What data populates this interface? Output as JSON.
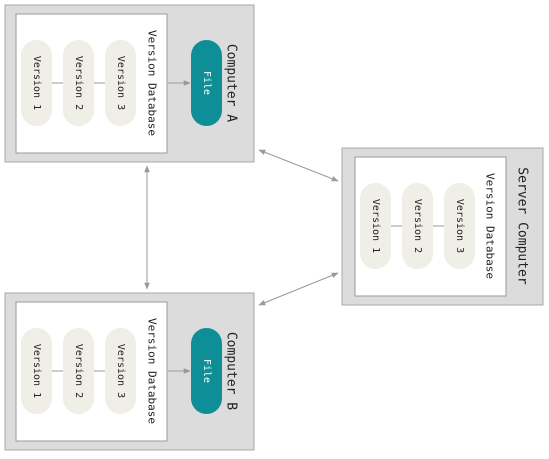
{
  "computer_a": {
    "title": "Computer A",
    "db_label": "Version Database",
    "file_label": "File",
    "versions": [
      "Version 1",
      "Version 2",
      "Version 3"
    ]
  },
  "computer_b": {
    "title": "Computer B",
    "db_label": "Version Database",
    "file_label": "File",
    "versions": [
      "Version 1",
      "Version 2",
      "Version 3"
    ]
  },
  "server": {
    "title": "Server Computer",
    "db_label": "Version Database",
    "versions": [
      "Version 1",
      "Version 2",
      "Version 3"
    ]
  },
  "colors": {
    "box_fill": "#dcdcdc",
    "box_stroke": "#a8a8a8",
    "db_fill": "#ffffff",
    "pill_fill": "#efeee7",
    "file_fill": "#0e8e96",
    "file_text": "#ffffff",
    "line": "#9a9a9a",
    "text": "#222222"
  }
}
